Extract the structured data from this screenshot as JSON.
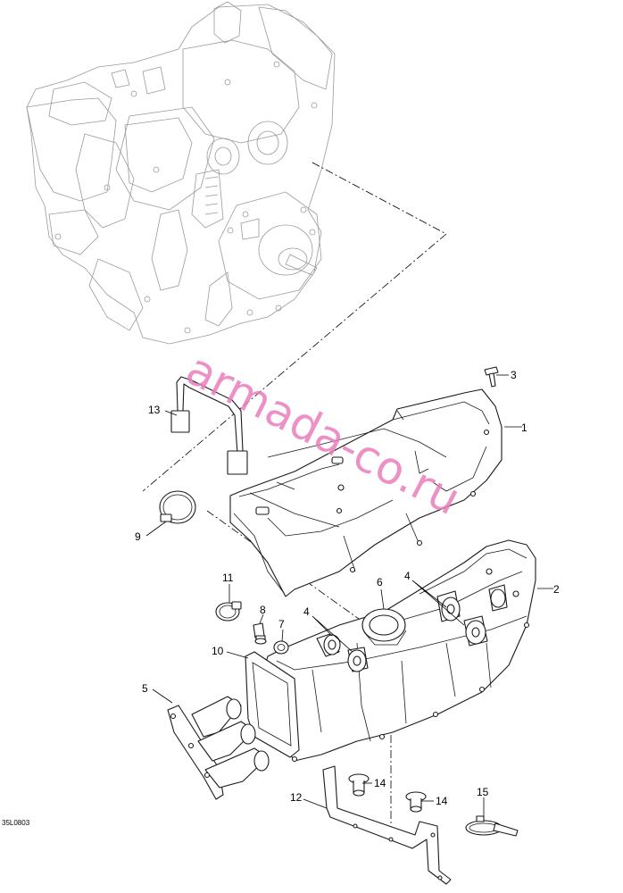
{
  "diagram": {
    "reference_code": "35L0803",
    "watermark": "armada-co.ru",
    "callouts": [
      {
        "id": "1",
        "label": "1"
      },
      {
        "id": "2",
        "label": "2"
      },
      {
        "id": "3",
        "label": "3"
      },
      {
        "id": "4a",
        "label": "4"
      },
      {
        "id": "4b",
        "label": "4"
      },
      {
        "id": "5",
        "label": "5"
      },
      {
        "id": "6",
        "label": "6"
      },
      {
        "id": "7",
        "label": "7"
      },
      {
        "id": "8",
        "label": "8"
      },
      {
        "id": "9",
        "label": "9"
      },
      {
        "id": "10",
        "label": "10"
      },
      {
        "id": "11",
        "label": "11"
      },
      {
        "id": "12",
        "label": "12"
      },
      {
        "id": "13",
        "label": "13"
      },
      {
        "id": "14a",
        "label": "14"
      },
      {
        "id": "14b",
        "label": "14"
      },
      {
        "id": "15",
        "label": "15"
      }
    ]
  }
}
